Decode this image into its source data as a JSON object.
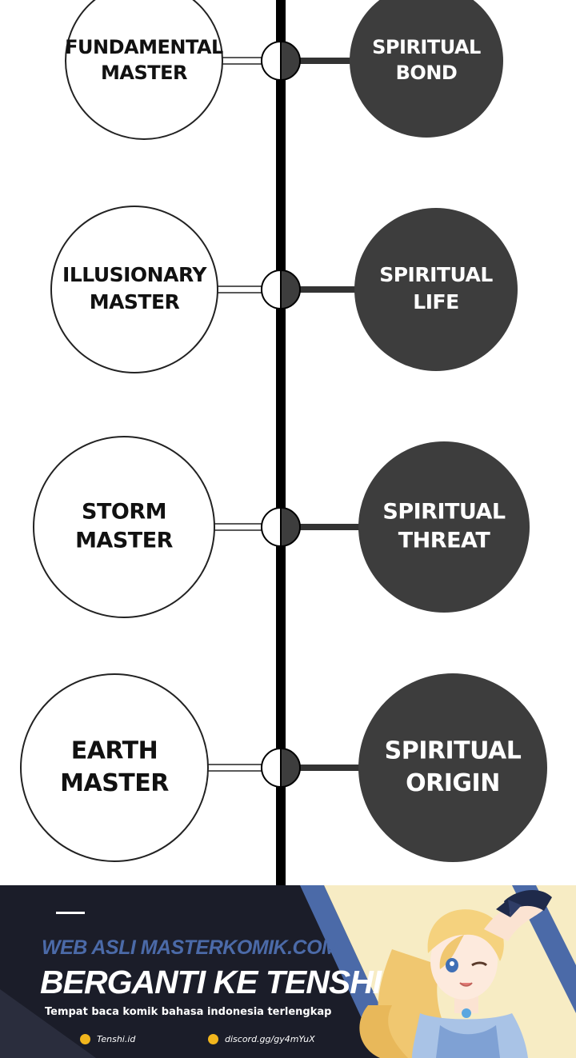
{
  "diagram": {
    "rows": [
      {
        "left_lines": [
          "FUNDAMENTAL",
          "MASTER"
        ],
        "right_lines": [
          "SPIRITUAL",
          "BOND"
        ]
      },
      {
        "left_lines": [
          "ILLUSIONARY",
          "MASTER"
        ],
        "right_lines": [
          "SPIRITUAL",
          "LIFE"
        ]
      },
      {
        "left_lines": [
          "STORM",
          "MASTER"
        ],
        "right_lines": [
          "SPIRITUAL",
          "THREAT"
        ]
      },
      {
        "left_lines": [
          "EARTH",
          "MASTER"
        ],
        "right_lines": [
          "SPIRITUAL",
          "ORIGIN"
        ]
      }
    ],
    "colors": {
      "left_fill": "#ffffff",
      "right_fill": "#3d3d3d",
      "line": "#000000",
      "outline": "#222222"
    }
  },
  "banner": {
    "web_text": "WEB ASLI MASTERKOMIK.COM",
    "title": "BERGANTI KE TENSHI.ID",
    "tagline": "Tempat baca komik bahasa indonesia terlengkap",
    "links": [
      {
        "label": "Tenshi.id",
        "icon": "dot-icon"
      },
      {
        "label": "discord.gg/gy4mYuX",
        "icon": "dot-icon"
      }
    ],
    "colors": {
      "background": "#1b1d29",
      "accent": "#4b6aa8",
      "bullet": "#f2b61d",
      "panel": "#f7ecc4"
    }
  }
}
